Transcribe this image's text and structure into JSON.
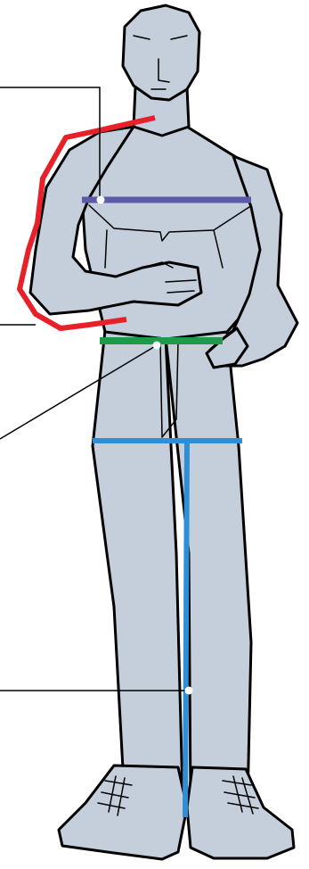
{
  "figure": {
    "subject": "male-figure-measurement-guide",
    "fill_color": "#c5cedb",
    "outline_color": "#000000"
  },
  "measurements": [
    {
      "id": "chest",
      "color": "#5b5aa8",
      "orientation": "horizontal"
    },
    {
      "id": "sleeve",
      "color": "#e8202a",
      "orientation": "arm-path"
    },
    {
      "id": "waist",
      "color": "#1f9a48",
      "orientation": "horizontal"
    },
    {
      "id": "hip",
      "color": "#2f8fd6",
      "orientation": "horizontal"
    },
    {
      "id": "inseam",
      "color": "#2f8fd6",
      "orientation": "vertical"
    }
  ]
}
